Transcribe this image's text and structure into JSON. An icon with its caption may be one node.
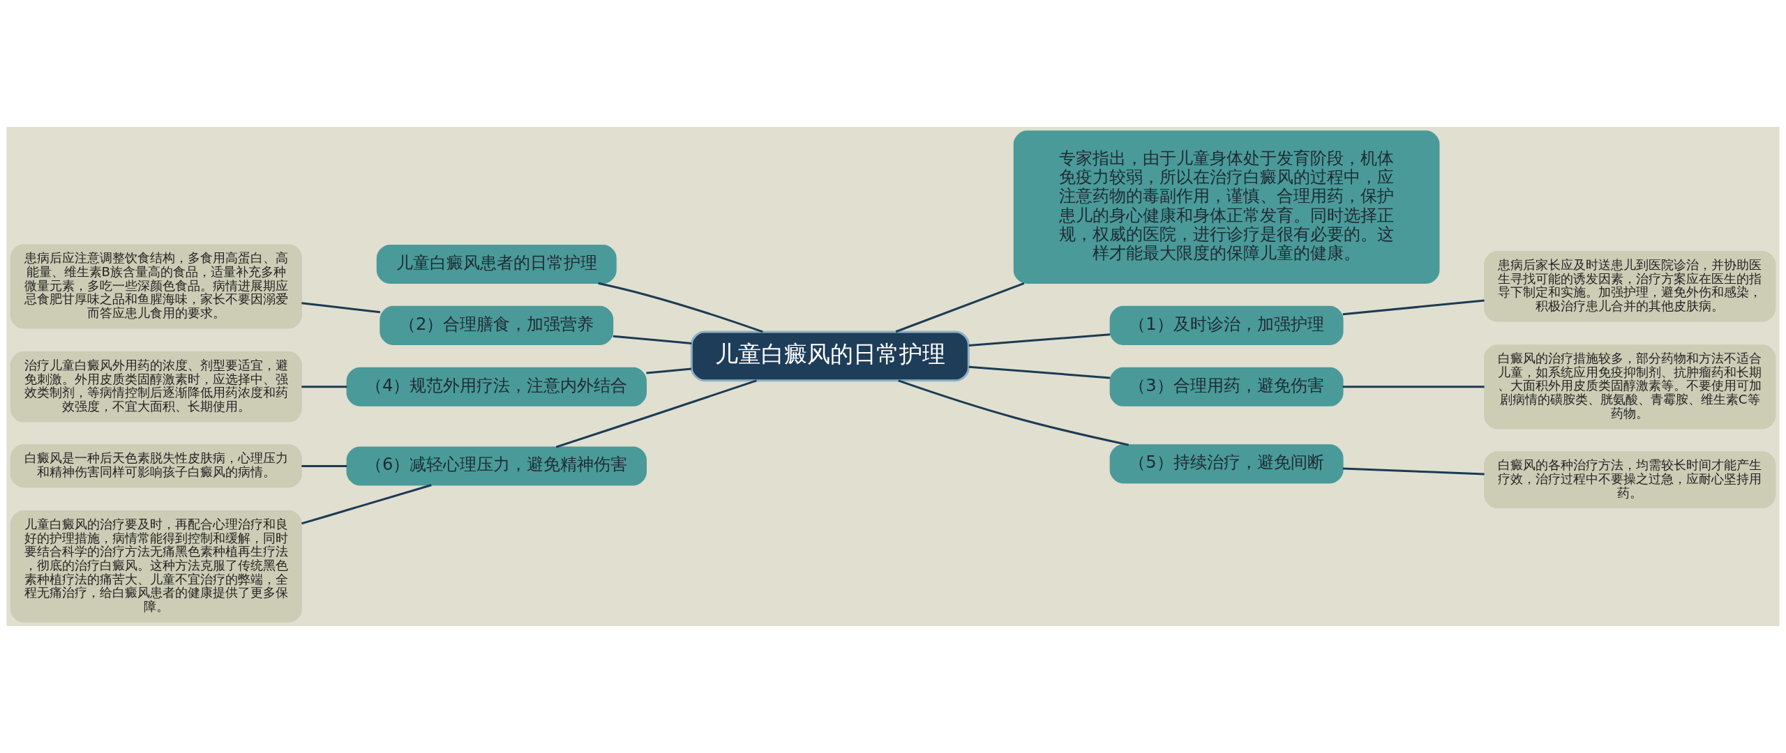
{
  "diagram": {
    "nodes": [
      {
        "text": [
          "儿童白癜风的日常护理"
        ]
      },
      {
        "text": [
          "儿童白癜风患者的日常护理"
        ]
      },
      {
        "text": [
          "（2）合理膳食，加强营养"
        ]
      },
      {
        "text": [
          "患病后应注意调整饮食结构，多食用高蛋白、高能量、维生素B族含量高的食品，适量补充多种微量元素，多吃一些深颜色食品。病情进展期应忌食肥甘厚味之品和鱼腥海味，家长不要因溺爱而答应患儿食用的要求。"
        ]
      },
      {
        "text": [
          "（4）规范外用疗法，注意内外结合"
        ]
      },
      {
        "text": [
          "治疗儿童白癜风外用药的浓度、剂型要适宜，避免刺激。外用皮质类固醇激素时，应选择中、强效类制剂，等病情控制后逐渐降低用药浓度和药效强度，不宜大面积、长期使用。"
        ]
      },
      {
        "text": [
          "（6）减轻心理压力，避免精神伤害"
        ]
      },
      {
        "text": [
          "白癜风是一种后天色素脱失性皮肤病，心理压力和精神伤害同样可影响孩子白癜风的病情。"
        ]
      },
      {
        "text": [
          "儿童白癜风的治疗要及时，再配合心理治疗和良好的护理措施，病情常能得到控制和缓解，同时要结合科学的治疗方法无痛黑色素种植再生疗法，彻底的治疗白癜风。这种方法克服了传统黑色素种植疗法的痛苦大、儿童不宜治疗的弊端，全程无痛治疗，给白癜风患者的健康提供了更多保障。"
        ]
      },
      {
        "text": [
          "专家指出，由于儿童身体处于发育阶段，机体免疫力较弱，所以在治疗白癜风的过程中，应注意药物的毒副作用，谨慎、合理用药，保护患儿的身心健康和身体正常发育。同时选择正规，权威的医院，进行诊疗是很有必要的。这样才能最大限度的保障儿童的健康。"
        ]
      },
      {
        "text": [
          "（1）及时诊治，加强护理"
        ]
      },
      {
        "text": [
          "患病后家长应及时送患儿到医院诊治，并协助医生寻找可能的诱发因素，治疗方案应在医生的指导下制定和实施。加强护理，避免外伤和感染，积极治疗患儿合并的其他皮肤病。"
        ]
      },
      {
        "text": [
          "（3）合理用药，避免伤害"
        ]
      },
      {
        "text": [
          "白癜风的治疗措施较多，部分药物和方法不适合儿童，如系统应用免疫抑制剂、抗肿瘤药和长期、大面积外用皮质类固醇激素等。不要使用可加剧病情的磺胺类、胱氨酸、青霉胺、维生素C等药物。"
        ]
      },
      {
        "text": [
          "（5）持续治疗，避免间断"
        ]
      },
      {
        "text": [
          "白癜风的各种治疗方法，均需较长时间才能产生疗效，治疗过程中不要操之过急，应耐心坚持用药。"
        ]
      }
    ],
    "edges": [
      {
        "from": 0,
        "to": 1,
        "arrow": "none"
      },
      {
        "from": 0,
        "to": 2,
        "arrow": "none"
      },
      {
        "from": 2,
        "to": 3,
        "arrow": "none"
      },
      {
        "from": 0,
        "to": 4,
        "arrow": "none"
      },
      {
        "from": 4,
        "to": 5,
        "arrow": "none"
      },
      {
        "from": 0,
        "to": 6,
        "arrow": "none"
      },
      {
        "from": 6,
        "to": 7,
        "arrow": "none"
      },
      {
        "from": 6,
        "to": 8,
        "arrow": "none"
      },
      {
        "from": 0,
        "to": 9,
        "arrow": "none"
      },
      {
        "from": 0,
        "to": 10,
        "arrow": "none"
      },
      {
        "from": 10,
        "to": 11,
        "arrow": "none"
      },
      {
        "from": 0,
        "to": 12,
        "arrow": "none"
      },
      {
        "from": 12,
        "to": 13,
        "arrow": "none"
      },
      {
        "from": 0,
        "to": 14,
        "arrow": "none"
      },
      {
        "from": 14,
        "to": 15,
        "arrow": "none"
      }
    ]
  }
}
